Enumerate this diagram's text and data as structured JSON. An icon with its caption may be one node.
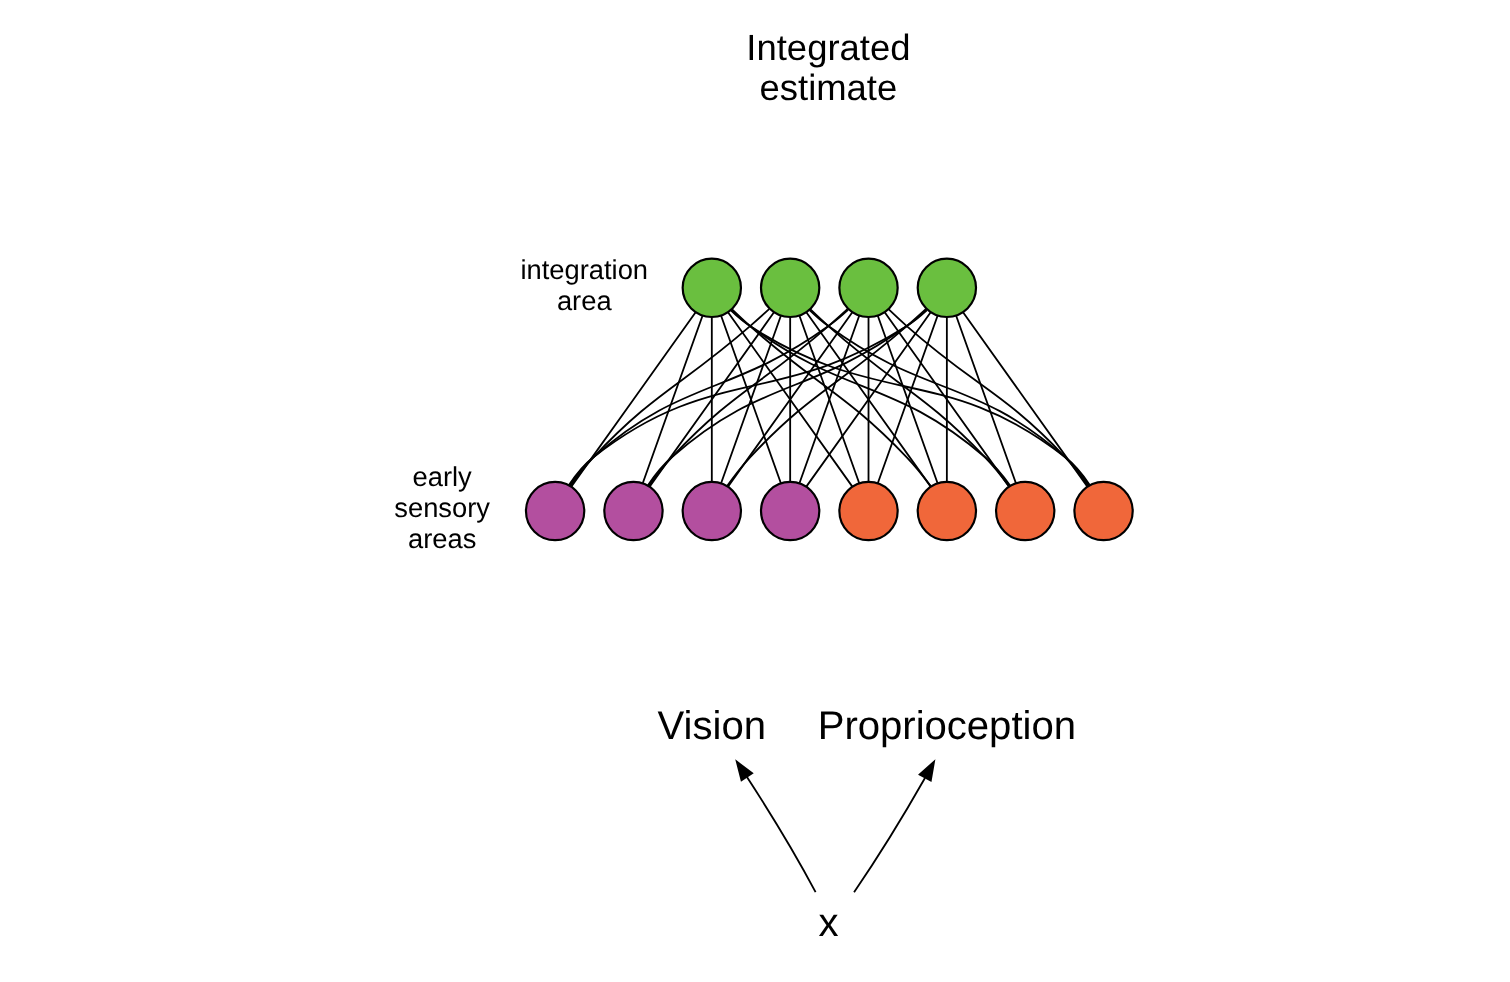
{
  "diagram": {
    "nodes": [
      {
        "text": [],
        "shape": "circle"
      },
      {
        "text": [],
        "shape": "circle"
      },
      {
        "text": [],
        "shape": "circle"
      },
      {
        "text": [],
        "shape": "circle"
      },
      {
        "text": [],
        "shape": "circle"
      },
      {
        "text": [],
        "shape": "circle"
      },
      {
        "text": [],
        "shape": "circle"
      },
      {
        "text": [],
        "shape": "circle"
      },
      {
        "text": [],
        "shape": "circle"
      },
      {
        "text": [],
        "shape": "circle"
      },
      {
        "text": [],
        "shape": "circle"
      },
      {
        "text": [],
        "shape": "circle"
      },
      {
        "text": [
          "Vision"
        ]
      },
      {
        "text": [
          "Proprioception"
        ]
      },
      {
        "text": [
          "x"
        ]
      }
    ],
    "edges": [
      {
        "from": 0,
        "to": 4,
        "arrow": "none"
      },
      {
        "from": 0,
        "to": 5,
        "arrow": "none"
      },
      {
        "from": 0,
        "to": 6,
        "arrow": "none"
      },
      {
        "from": 0,
        "to": 7,
        "arrow": "none"
      },
      {
        "from": 0,
        "to": 8,
        "arrow": "none"
      },
      {
        "from": 0,
        "to": 9,
        "arrow": "none"
      },
      {
        "from": 0,
        "to": 10,
        "arrow": "none"
      },
      {
        "from": 0,
        "to": 11,
        "arrow": "none"
      },
      {
        "from": 1,
        "to": 4,
        "arrow": "none"
      },
      {
        "from": 1,
        "to": 5,
        "arrow": "none"
      },
      {
        "from": 1,
        "to": 6,
        "arrow": "none"
      },
      {
        "from": 1,
        "to": 7,
        "arrow": "none"
      },
      {
        "from": 1,
        "to": 8,
        "arrow": "none"
      },
      {
        "from": 1,
        "to": 9,
        "arrow": "none"
      },
      {
        "from": 1,
        "to": 10,
        "arrow": "none"
      },
      {
        "from": 1,
        "to": 11,
        "arrow": "none"
      },
      {
        "from": 2,
        "to": 4,
        "arrow": "none"
      },
      {
        "from": 2,
        "to": 5,
        "arrow": "none"
      },
      {
        "from": 2,
        "to": 6,
        "arrow": "none"
      },
      {
        "from": 2,
        "to": 7,
        "arrow": "none"
      },
      {
        "from": 2,
        "to": 8,
        "arrow": "none"
      },
      {
        "from": 2,
        "to": 9,
        "arrow": "none"
      },
      {
        "from": 2,
        "to": 10,
        "arrow": "none"
      },
      {
        "from": 2,
        "to": 11,
        "arrow": "none"
      },
      {
        "from": 3,
        "to": 4,
        "arrow": "none"
      },
      {
        "from": 3,
        "to": 5,
        "arrow": "none"
      },
      {
        "from": 3,
        "to": 6,
        "arrow": "none"
      },
      {
        "from": 3,
        "to": 7,
        "arrow": "none"
      },
      {
        "from": 3,
        "to": 8,
        "arrow": "none"
      },
      {
        "from": 3,
        "to": 9,
        "arrow": "none"
      },
      {
        "from": 3,
        "to": 10,
        "arrow": "none"
      },
      {
        "from": 3,
        "to": 11,
        "arrow": "none"
      },
      {
        "from": 14,
        "to": 12,
        "arrow": "to"
      },
      {
        "from": 14,
        "to": 13,
        "arrow": "to"
      }
    ],
    "labels": [
      "integration area",
      "Integrated estimate",
      "early sensory areas"
    ]
  }
}
